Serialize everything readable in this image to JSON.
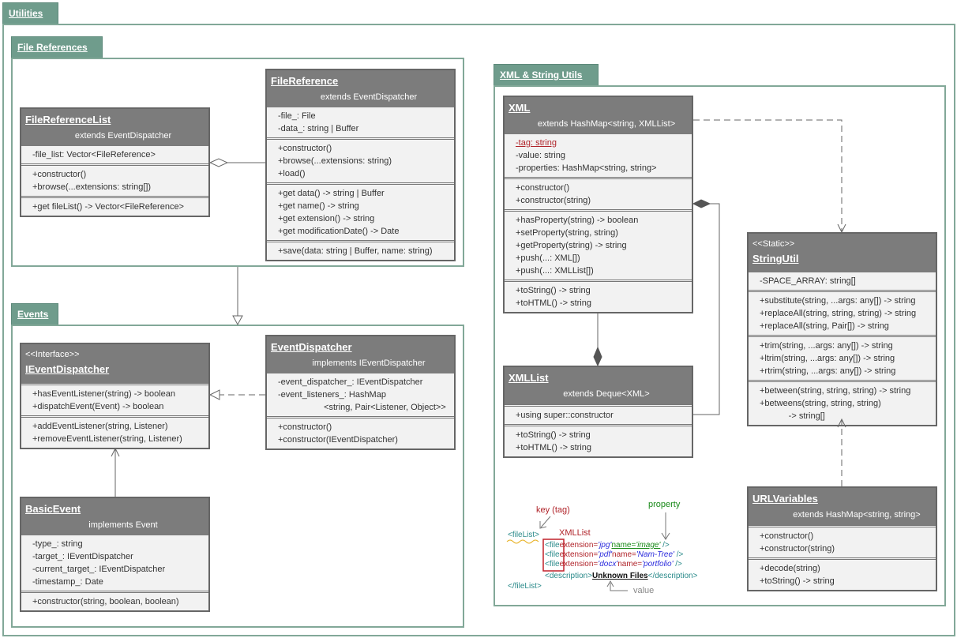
{
  "packages": {
    "utilities": "Utilities",
    "file_references": "File References",
    "events": "Events",
    "xml_string_utils": "XML & String Utils"
  },
  "classes": {
    "file_reference_list": {
      "name": "FileReferenceList",
      "extends": "extends EventDispatcher",
      "sections": [
        [
          "-file_list: Vector<FileReference>"
        ],
        [
          "+constructor()",
          "+browse(...extensions: string[])"
        ],
        [
          "+get fileList() -> Vector<FileReference>"
        ]
      ]
    },
    "file_reference": {
      "name": "FileReference",
      "extends": "extends EventDispatcher",
      "sections": [
        [
          "-file_: File",
          "-data_: string | Buffer"
        ],
        [
          "+constructor()",
          "+browse(...extensions: string)",
          "+load()"
        ],
        [
          "+get data() -> string | Buffer",
          "+get name() -> string",
          "+get extension() -> string",
          "+get modificationDate() -> Date"
        ],
        [
          "+save(data: string | Buffer, name: string)"
        ]
      ]
    },
    "ievent_dispatcher": {
      "stereotype": "<<Interface>>",
      "name": "IEventDispatcher",
      "sections": [
        [],
        [
          "+hasEventListener(string) -> boolean",
          "+dispatchEvent(Event) -> boolean"
        ],
        [
          "+addEventListener(string, Listener)",
          "+removeEventListener(string, Listener)"
        ]
      ]
    },
    "event_dispatcher": {
      "name": "EventDispatcher",
      "extends": "implements IEventDispatcher",
      "sections": [
        [
          "-event_dispatcher_: IEventDispatcher",
          "-event_listeners_: HashMap",
          "                   <string, Pair<Listener, Object>>"
        ],
        [
          "+constructor()",
          "+constructor(IEventDispatcher)"
        ]
      ]
    },
    "basic_event": {
      "name": "BasicEvent",
      "extends": "implements Event",
      "sections": [
        [
          "-type_: string",
          "-target_: IEventDispatcher",
          "-current_target_: IEventDispatcher",
          "-timestamp_: Date"
        ],
        [
          "+constructor(string, boolean, boolean)"
        ]
      ]
    },
    "xml": {
      "name": "XML",
      "extends": "extends HashMap<string, XMLList>",
      "tag_field": "-tag: string",
      "sections": [
        [
          "-value: string",
          "-properties: HashMap<string, string>"
        ],
        [
          "+constructor()",
          "+constructor(string)"
        ],
        [
          "+hasProperty(string) -> boolean",
          "+setProperty(string, string)",
          "+getProperty(string) -> string",
          "+push(...: XML[])",
          "+push(...: XMLList[])"
        ],
        [
          "+toString() -> string",
          "+toHTML() -> string"
        ]
      ]
    },
    "xml_list": {
      "name": "XMLList",
      "extends": "extends Deque<XML>",
      "sections": [
        [],
        [
          "+using super::constructor"
        ],
        [
          "+toString() -> string",
          "+toHTML() -> string"
        ]
      ]
    },
    "string_util": {
      "stereotype": "<<Static>>",
      "name": "StringUtil",
      "sections": [
        [
          "-SPACE_ARRAY: string[]"
        ],
        [
          "+substitute(string, ...args: any[]) -> string",
          "+replaceAll(string, string, string) -> string",
          "+replaceAll(string, Pair[]) -> string"
        ],
        [
          "+trim(string, ...args: any[]) -> string",
          "+ltrim(string, ...args: any[]) -> string",
          "+rtrim(string, ...args: any[]) -> string"
        ],
        [
          "+between(string, string, string) -> string",
          "+betweens(string, string, string)",
          "            -> string[]"
        ]
      ]
    },
    "url_variables": {
      "name": "URLVariables",
      "extends": "extends HashMap<string, string>",
      "sections": [
        [],
        [
          "+constructor()",
          "+constructor(string)"
        ],
        [
          "+decode(string)",
          "+toString() -> string"
        ]
      ]
    }
  },
  "xml_example": {
    "key_label": "key (tag)",
    "property_label": "property",
    "xmllist_label": "XMLList",
    "value_label": "value",
    "open_root": "<fileList>",
    "close_root": "</fileList>",
    "file_tag": "<file",
    "attr_extension": "extension=",
    "attr_name": "name=",
    "rows": [
      {
        "ext": "'jpg'",
        "name": "'image'"
      },
      {
        "ext": "'pdf'",
        "name": "'Nam-Tree'"
      },
      {
        "ext": "'docx'",
        "name": "'portfolio'"
      }
    ],
    "self_close": " />",
    "desc_open": "<description>",
    "desc_value": "Unknown Files",
    "desc_close": "</description>"
  },
  "colors": {
    "package_tab": "#6f9c8c",
    "package_border": "#82a898",
    "class_header": "#7c7c7c",
    "class_body": "#f2f2f2",
    "tag_red": "#b0242a",
    "example_teal": "#2a8a8a",
    "example_blue": "#2a2adc",
    "example_green": "#1a8a1a"
  }
}
